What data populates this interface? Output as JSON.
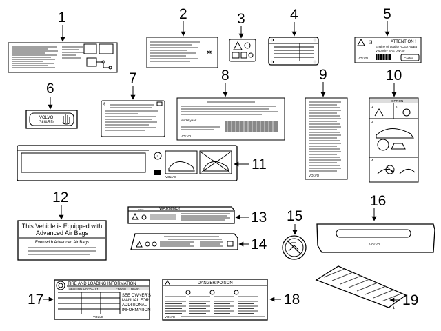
{
  "callouts": [
    "1",
    "2",
    "3",
    "4",
    "5",
    "6",
    "7",
    "8",
    "9",
    "10",
    "11",
    "12",
    "13",
    "14",
    "15",
    "16",
    "17",
    "18",
    "19"
  ],
  "label5": {
    "title": "ATTENTION !",
    "line1": "Engine oil quality ACEA A5/B5",
    "line2": "Viscosity SAE 0W-30",
    "brand": "VOLVO",
    "oil_brand": "Castrol"
  },
  "label6": {
    "line1": "VOLVO",
    "line2": "GUARD"
  },
  "label8": {
    "field": "Model year:",
    "brand": "VOLVO"
  },
  "label9": {
    "brand": "VOLVO"
  },
  "label10": {
    "header": "OPTION"
  },
  "label11": {
    "brand": "VOLVO"
  },
  "label12": {
    "line1": "This Vehicle is Equipped with",
    "line2": "Advanced Air Bags",
    "line3": "Even with Advanced Air Bags"
  },
  "label13": {
    "title": "WARNING!"
  },
  "label16": {
    "brand": "VOLVO"
  },
  "label17": {
    "title": "TIRE AND LOADING INFORMATION",
    "columns": [
      "SEATING CAPACITY",
      "FRONT",
      "REAR"
    ],
    "right_text": [
      "SEE OWNER'S",
      "MANUAL FOR",
      "ADDITIONAL",
      "INFORMATION"
    ],
    "brand": "VOLVO"
  },
  "label18": {
    "title": "DANGER/POISON",
    "brand": "VOLVO"
  },
  "colors": {
    "ink": "#000000",
    "paper": "#ffffff",
    "shade": "#cccccc"
  }
}
